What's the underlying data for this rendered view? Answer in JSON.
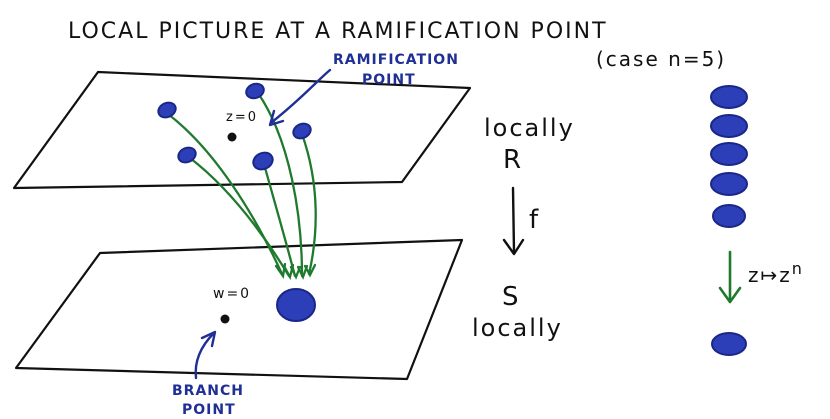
{
  "title": "LOCAL PICTURE AT A RAMIFICATION POINT",
  "subtitle": "(case n=5)",
  "upper_plane": {
    "point_label": "z=0",
    "callout_line1": "RAMIFICATION",
    "callout_line2": "POINT",
    "sheet_count": 5
  },
  "lower_plane": {
    "point_label": "w=0",
    "callout_line1": "BRANCH",
    "callout_line2": "POINT"
  },
  "middle_column": {
    "top_word": "locally",
    "top_letter": "R",
    "map_label": "f",
    "bottom_letter": "S",
    "bottom_word": "locally"
  },
  "right_column": {
    "stack_count": 5,
    "map_label_prefix": "z↦z",
    "map_label_exponent": "n"
  },
  "colors": {
    "ink": "#111111",
    "blue": "#1f2f96",
    "blob_fill": "#2c3fb8",
    "green": "#1f7a2e"
  }
}
